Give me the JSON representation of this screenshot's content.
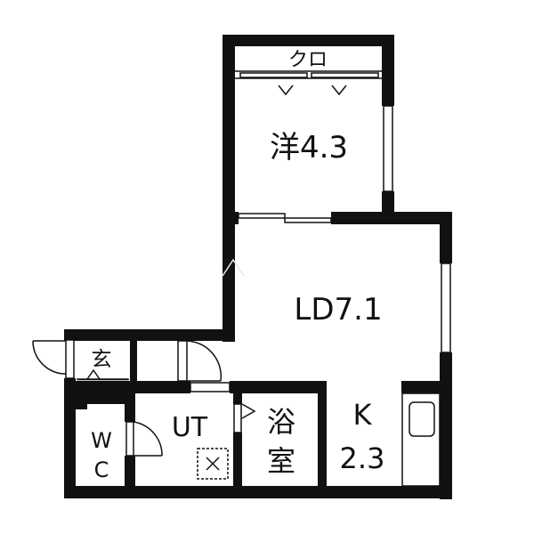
{
  "rooms": {
    "closet": "クロ",
    "western_room": "洋4.3",
    "living_dining": "LD7.1",
    "kitchen_letter": "K",
    "kitchen_size": "2.3",
    "utility": "UT",
    "bath_line1": "浴",
    "bath_line2": "室",
    "entrance": "玄",
    "toilet_line1": "W",
    "toilet_line2": "C"
  },
  "colors": {
    "wall": "#111111",
    "background": "#ffffff"
  }
}
